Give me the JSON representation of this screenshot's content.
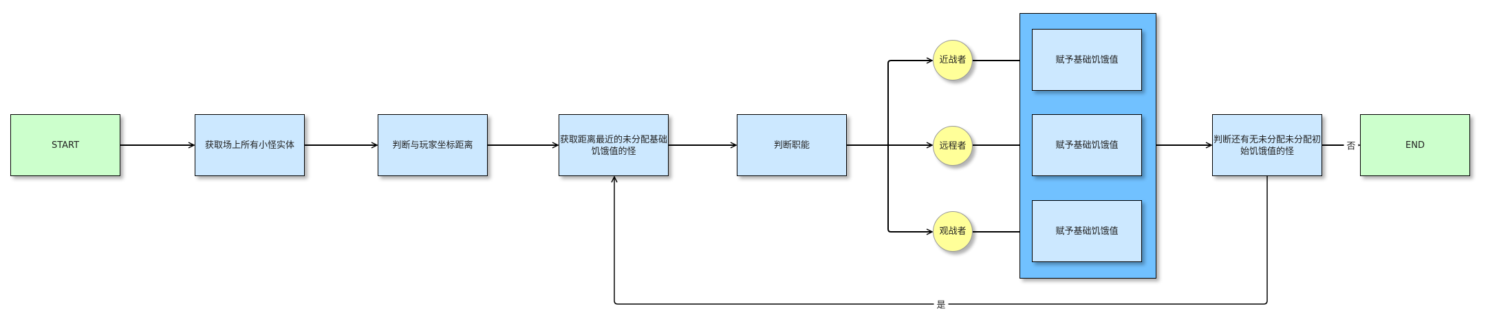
{
  "nodes": {
    "start": "START",
    "get_all": "获取场上所有小怪实体",
    "judge_dist": "判断与玩家坐标距离",
    "get_nearest": "获取距离最近的未分配基础饥饿值的怪",
    "judge_role": "判断职能",
    "melee": "近战者",
    "ranged": "远程者",
    "spectator": "观战者",
    "assign1": "赋予基础饥饿值",
    "assign2": "赋予基础饥饿值",
    "assign3": "赋予基础饥饿值",
    "check_remaining": "判断还有无未分配未分配初始饥饿值的怪",
    "end": "END"
  },
  "edges": {
    "no": "否",
    "yes": "是"
  },
  "colors": {
    "terminal": "#ccffcc",
    "process": "#cce8ff",
    "role": "#ffff99",
    "group": "#71c1ff"
  }
}
